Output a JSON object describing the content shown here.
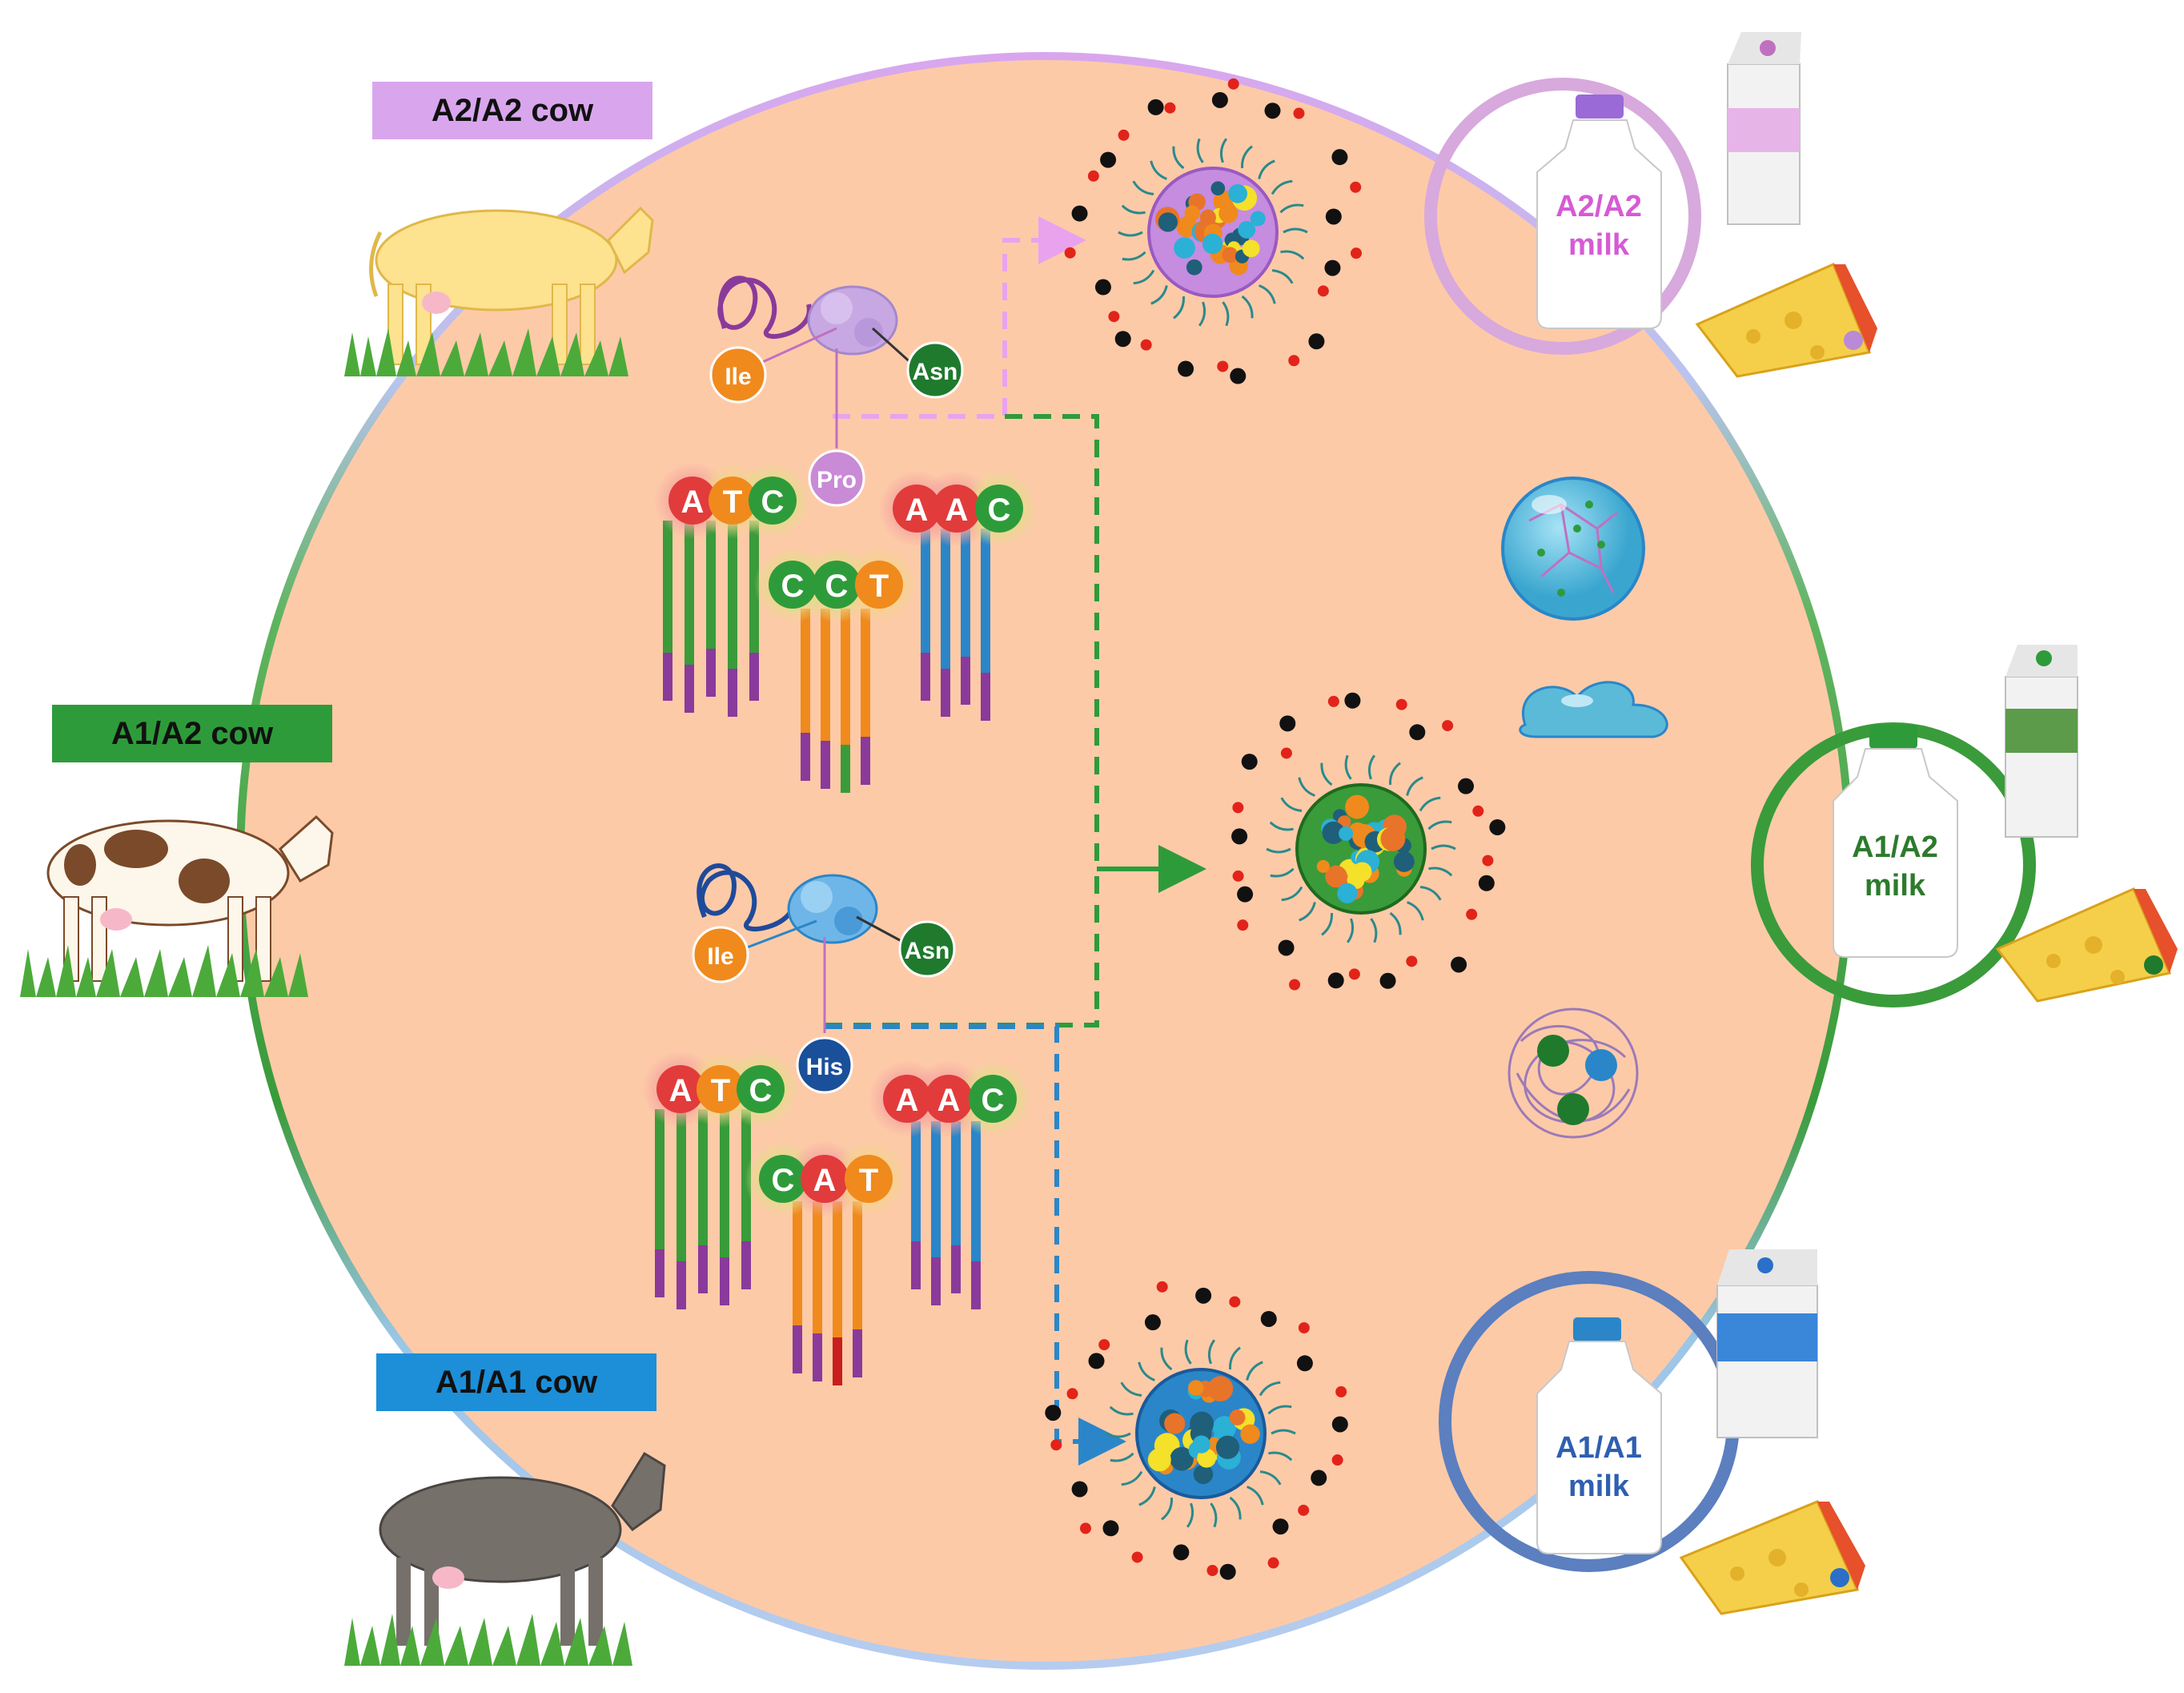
{
  "cows": {
    "a2a2": {
      "label": "A2/A2 cow",
      "color": "#d9a6ee",
      "body_color": "#fde28f"
    },
    "a1a2": {
      "label": "A1/A2 cow",
      "color": "#2e9b3a",
      "body_color": "#fdf6ea"
    },
    "a1a1": {
      "label": "A1/A1 cow",
      "color": "#1c8fd8",
      "body_color": "#76706b"
    }
  },
  "milk": {
    "a2a2": {
      "line1": "A2/A2",
      "line2": "milk",
      "color": "#d65ad6"
    },
    "a1a2": {
      "line1": "A1/A2",
      "line2": "milk",
      "color": "#2d7a2d"
    },
    "a1a1": {
      "line1": "A1/A1",
      "line2": "milk",
      "color": "#2e5fb0"
    }
  },
  "protein_top": {
    "left_residue": "Ile",
    "right_residue": "Asn",
    "variant_residue": "Pro",
    "codon_left": [
      "A",
      "T",
      "C"
    ],
    "codon_mid": [
      "C",
      "C",
      "T"
    ],
    "codon_right": [
      "A",
      "A",
      "C"
    ]
  },
  "protein_bottom": {
    "left_residue": "Ile",
    "right_residue": "Asn",
    "variant_residue": "His",
    "codon_left": [
      "A",
      "T",
      "C"
    ],
    "codon_mid": [
      "C",
      "A",
      "T"
    ],
    "codon_right": [
      "A",
      "A",
      "C"
    ]
  },
  "colors": {
    "circle_fill": "#fdcaa8",
    "nucleotide_A": "#e23b3b",
    "nucleotide_T": "#f08a1c",
    "nucleotide_C": "#2e9b3a",
    "path_a2": "#e9a3ee",
    "path_a1a2": "#2e9b3a",
    "path_a1": "#2a86c8"
  }
}
